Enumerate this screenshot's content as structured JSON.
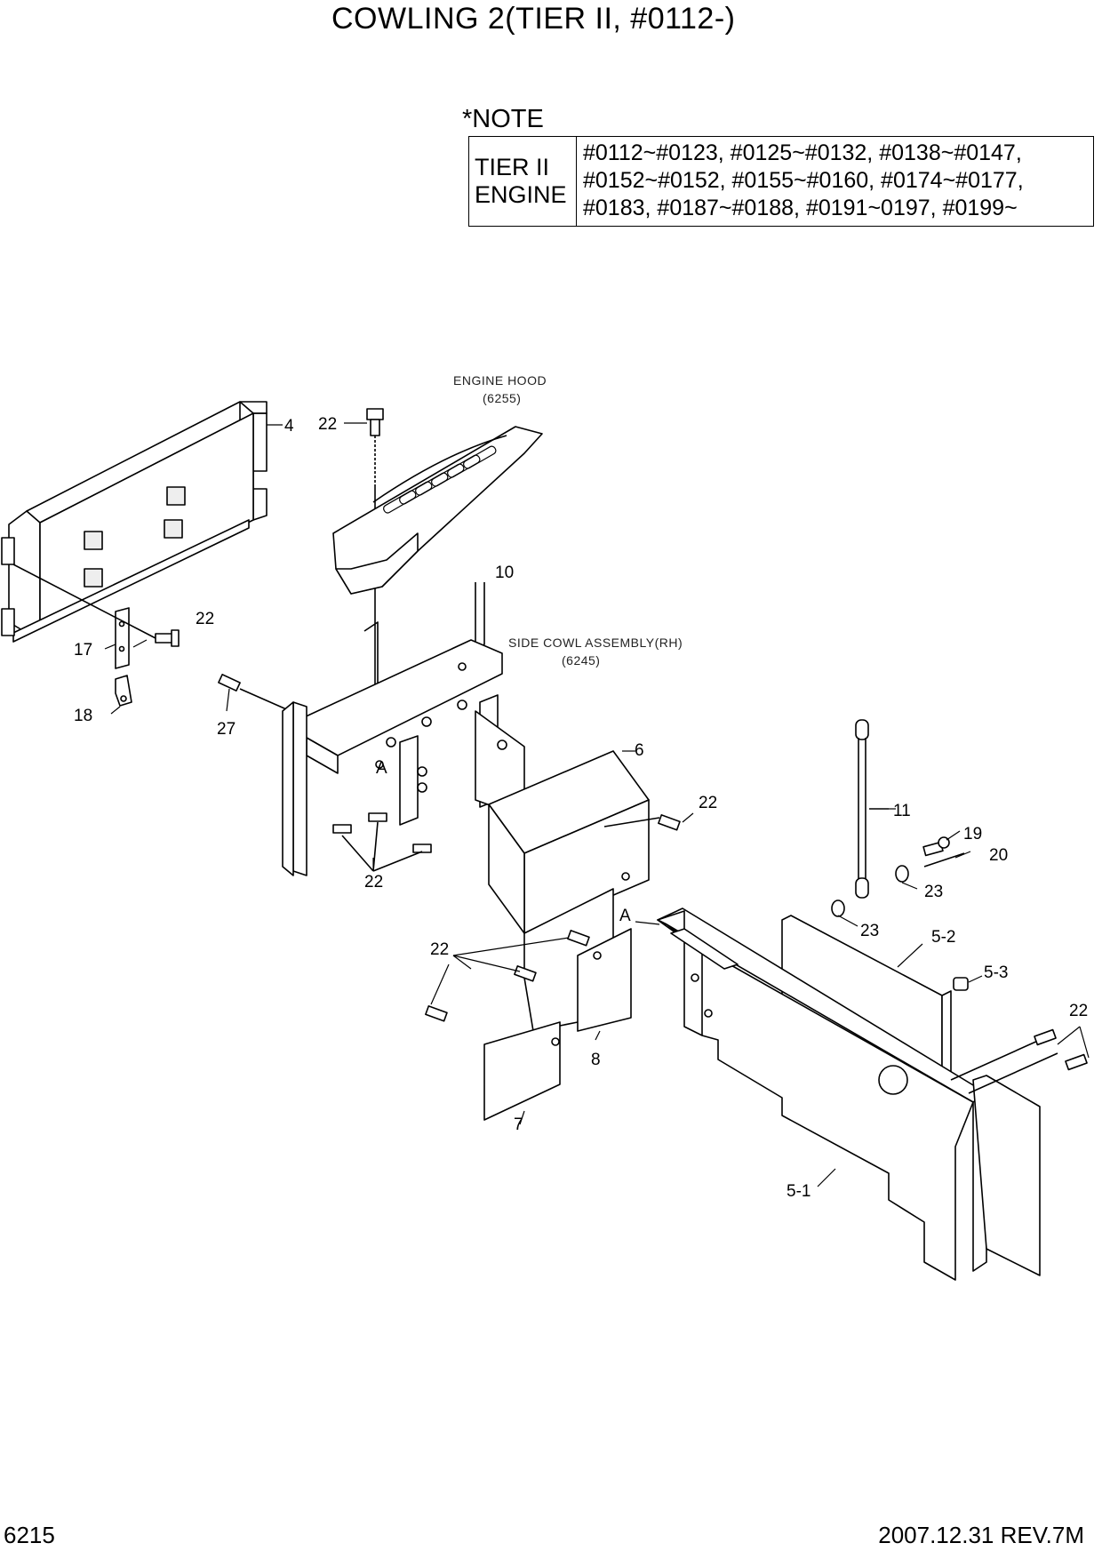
{
  "title": "COWLING 2(TIER II, #0112-)",
  "note": {
    "heading": "*NOTE",
    "engine_label_line1": "TIER II",
    "engine_label_line2": "ENGINE",
    "serials": [
      "#0112~#0123, #0125~#0132, #0138~#0147,",
      "#0152~#0152, #0155~#0160, #0174~#0177,",
      "#0183, #0187~#0188, #0191~0197, #0199~"
    ]
  },
  "references": {
    "engine_hood": {
      "name": "ENGINE HOOD",
      "code": "(6255)"
    },
    "side_cowl": {
      "name": "SIDE COWL ASSEMBLY(RH)",
      "code": "(6245)"
    }
  },
  "part_labels": {
    "p4": "4",
    "p22_top": "22",
    "p10": "10",
    "p22_left": "22",
    "p17": "17",
    "p18": "18",
    "p27": "27",
    "pA_1": "A",
    "p6": "6",
    "p22_mid": "22",
    "p22_low": "22",
    "p11": "11",
    "p19": "19",
    "p20": "20",
    "p23_a": "23",
    "p23_b": "23",
    "pA_2": "A",
    "p5_2": "5-2",
    "p5_3": "5-3",
    "p22_left2": "22",
    "p22_right": "22",
    "p8": "8",
    "p7": "7",
    "p5_1": "5-1"
  },
  "footer": {
    "page_number": "6215",
    "revision": "2007.12.31 REV.7M"
  }
}
